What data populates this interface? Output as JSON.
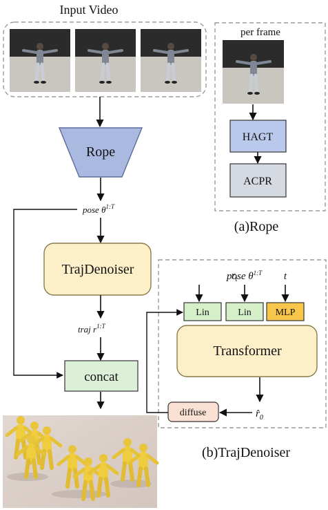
{
  "input_video": {
    "title": "Input Video"
  },
  "rope": {
    "label": "Rope",
    "caption": "(a)Rope",
    "per_frame": "per frame",
    "hagt": "HAGT",
    "acpr": "ACPR"
  },
  "pose_label": {
    "prefix": "pose ",
    "sym": "θ",
    "sup": "1:T"
  },
  "traj_denoiser": {
    "label": "TrajDenoiser",
    "caption": "(b)TrajDenoiser"
  },
  "traj_label": {
    "prefix": "traj ",
    "sym": "r",
    "sup": "1:T"
  },
  "concat": {
    "label": "concat"
  },
  "denoiser_detail": {
    "r_sym": "r",
    "r_sub": "t",
    "pose_prefix": "pose ",
    "pose_sym": "θ",
    "pose_sup": "1:T",
    "t_sym": "t",
    "lin1": "Lin",
    "lin2": "Lin",
    "mlp": "MLP",
    "transformer": "Transformer",
    "diffuse": "diffuse",
    "r0_sym": "r̂",
    "r0_sub": "0"
  },
  "colors": {
    "rope_fill": "#a9b9e0",
    "rope_stroke": "#5c6b99",
    "traj_fill": "#fdf0c8",
    "traj_stroke": "#8a7a4a",
    "hagt_fill": "#b9c9ec",
    "acpr_fill": "#d5d9e2",
    "concat_fill": "#dcefd7",
    "lin_fill": "#d5f0c9",
    "mlp_fill": "#f7c64a",
    "diffuse_fill": "#fbe1d3",
    "dash": "#9a9a9a"
  }
}
